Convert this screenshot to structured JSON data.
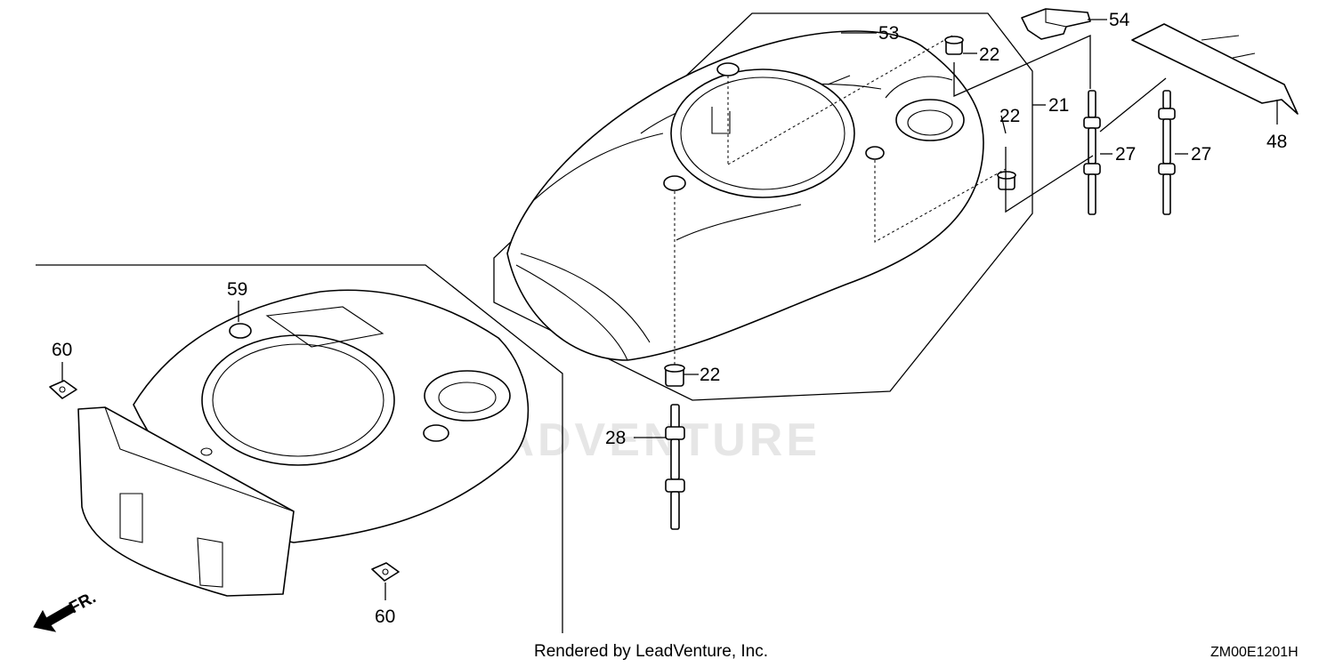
{
  "callouts": {
    "c53": "53",
    "c54": "54",
    "c22a": "22",
    "c22b": "22",
    "c22c": "22",
    "c21": "21",
    "c27a": "27",
    "c27b": "27",
    "c48": "48",
    "c28": "28",
    "c59": "59",
    "c60a": "60",
    "c60b": "60"
  },
  "direction_label": "FR.",
  "watermark": "LEADVENTURE",
  "footer": {
    "credit": "Rendered by LeadVenture, Inc.",
    "diagram_code": "ZM00E1201H"
  }
}
